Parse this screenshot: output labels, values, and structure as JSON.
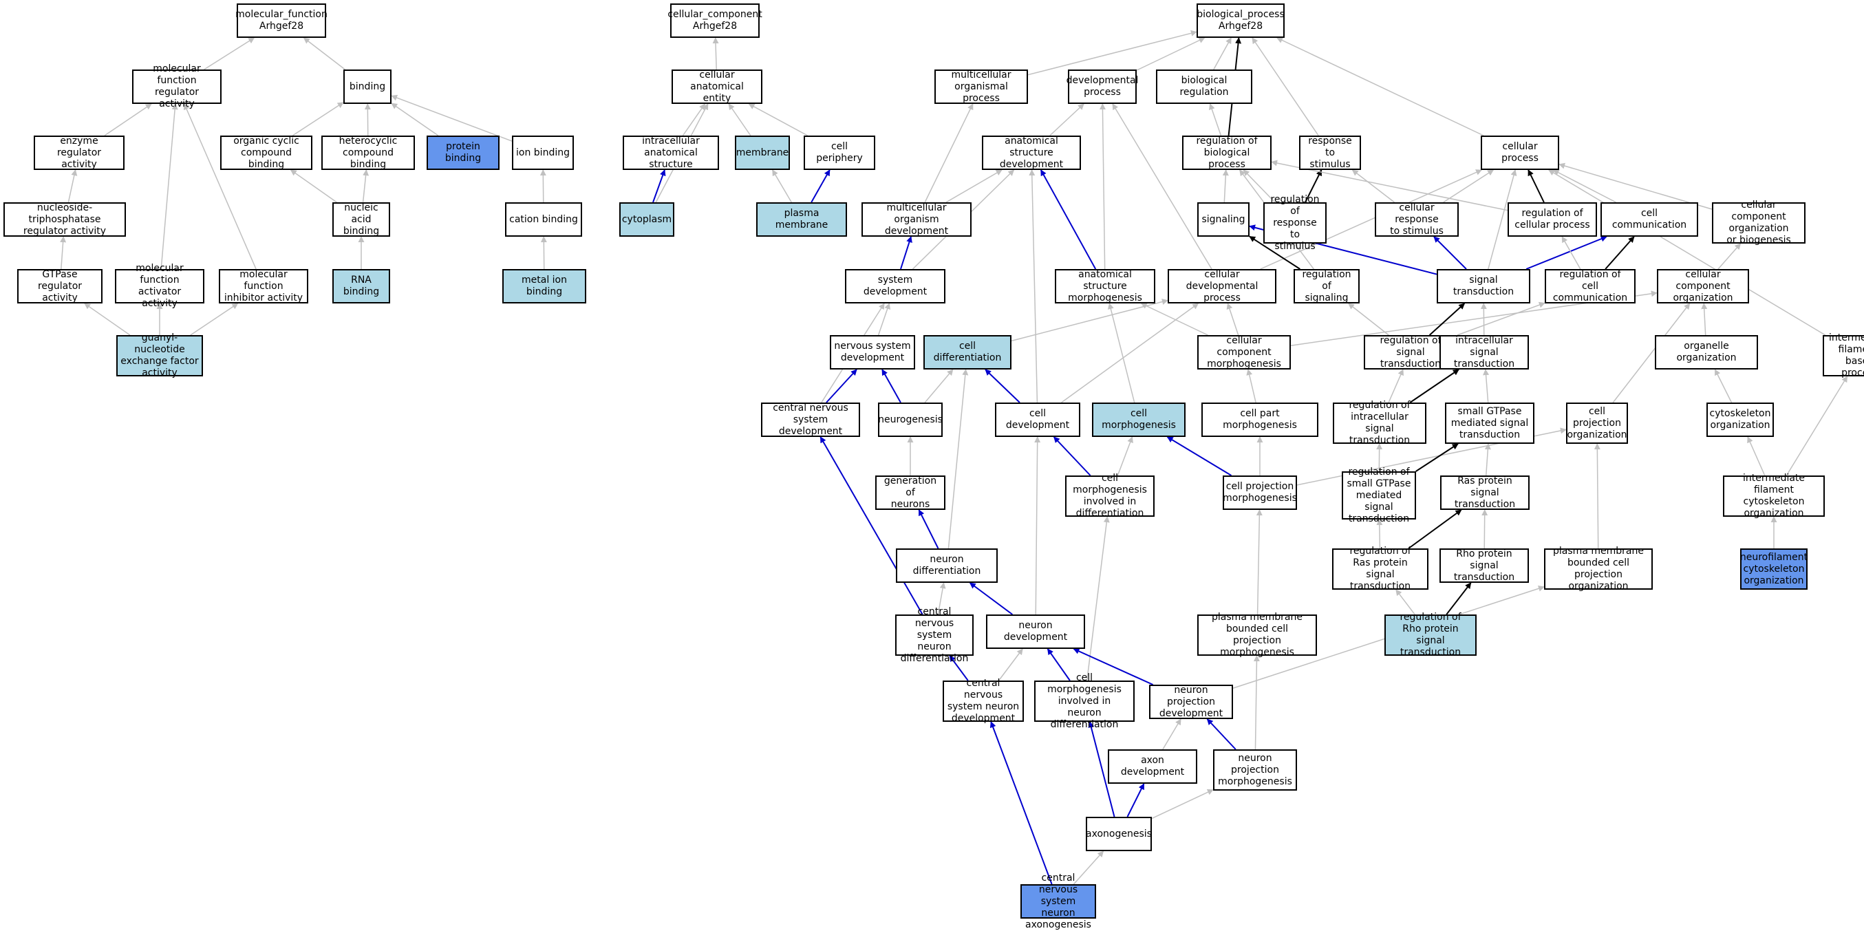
{
  "colors": {
    "plain": "#ffffff",
    "annotated": "#add8e6",
    "direct": "#6495ed",
    "edge_is_a": "#c0c0c0",
    "edge_part_of": "#0000cd",
    "edge_regulates": "#000000"
  },
  "nodes": [
    {
      "id": "mf",
      "label": "molecular_function\nArhgef28",
      "style": "plain"
    },
    {
      "id": "cc",
      "label": "cellular_component\nArhgef28",
      "style": "plain"
    },
    {
      "id": "bp",
      "label": "biological_process\nArhgef28",
      "style": "plain"
    },
    {
      "id": "mfra",
      "label": "molecular function\nregulator activity",
      "style": "plain"
    },
    {
      "id": "binding",
      "label": "binding",
      "style": "plain"
    },
    {
      "id": "cae",
      "label": "cellular anatomical\nentity",
      "style": "plain"
    },
    {
      "id": "mop",
      "label": "multicellular\norganismal process",
      "style": "plain"
    },
    {
      "id": "devp",
      "label": "developmental\nprocess",
      "style": "plain"
    },
    {
      "id": "bioreg",
      "label": "biological regulation",
      "style": "plain"
    },
    {
      "id": "era",
      "label": "enzyme regulator\nactivity",
      "style": "plain"
    },
    {
      "id": "occb",
      "label": "organic cyclic\ncompound binding",
      "style": "plain"
    },
    {
      "id": "hcb",
      "label": "heterocyclic\ncompound binding",
      "style": "plain"
    },
    {
      "id": "protb",
      "label": "protein binding",
      "style": "direct"
    },
    {
      "id": "ionb",
      "label": "ion binding",
      "style": "plain"
    },
    {
      "id": "ias",
      "label": "intracellular\nanatomical structure",
      "style": "plain"
    },
    {
      "id": "membrane",
      "label": "membrane",
      "style": "annotated"
    },
    {
      "id": "cperiph",
      "label": "cell periphery",
      "style": "plain"
    },
    {
      "id": "asd",
      "label": "anatomical structure\ndevelopment",
      "style": "plain"
    },
    {
      "id": "regbp",
      "label": "regulation of\nbiological process",
      "style": "plain"
    },
    {
      "id": "rts",
      "label": "response to\nstimulus",
      "style": "plain"
    },
    {
      "id": "cellp",
      "label": "cellular process",
      "style": "plain"
    },
    {
      "id": "ntpra",
      "label": "nucleoside-triphosphatase\nregulator activity",
      "style": "plain"
    },
    {
      "id": "nab",
      "label": "nucleic acid\nbinding",
      "style": "plain"
    },
    {
      "id": "catb",
      "label": "cation binding",
      "style": "plain"
    },
    {
      "id": "cytoplasm",
      "label": "cytoplasm",
      "style": "annotated"
    },
    {
      "id": "pm",
      "label": "plasma membrane",
      "style": "annotated"
    },
    {
      "id": "mod",
      "label": "multicellular\norganism development",
      "style": "plain"
    },
    {
      "id": "signaling",
      "label": "signaling",
      "style": "plain"
    },
    {
      "id": "rrs",
      "label": "regulation of\nresponse to\nstimulus",
      "style": "plain"
    },
    {
      "id": "crs",
      "label": "cellular response\nto stimulus",
      "style": "plain"
    },
    {
      "id": "rcp",
      "label": "regulation of\ncellular process",
      "style": "plain"
    },
    {
      "id": "ccomm",
      "label": "cell communication",
      "style": "plain"
    },
    {
      "id": "ccob",
      "label": "cellular component\norganization\nor biogenesis",
      "style": "plain"
    },
    {
      "id": "gtpra",
      "label": "GTPase regulator\nactivity",
      "style": "plain"
    },
    {
      "id": "mfaa",
      "label": "molecular function\nactivator activity",
      "style": "plain"
    },
    {
      "id": "mfia",
      "label": "molecular function\ninhibitor activity",
      "style": "plain"
    },
    {
      "id": "rnab",
      "label": "RNA binding",
      "style": "annotated"
    },
    {
      "id": "mib",
      "label": "metal ion binding",
      "style": "annotated"
    },
    {
      "id": "sysdev",
      "label": "system development",
      "style": "plain"
    },
    {
      "id": "asm",
      "label": "anatomical structure\nmorphogenesis",
      "style": "plain"
    },
    {
      "id": "cdp",
      "label": "cellular developmental\nprocess",
      "style": "plain"
    },
    {
      "id": "regsig",
      "label": "regulation of\nsignaling",
      "style": "plain"
    },
    {
      "id": "st",
      "label": "signal transduction",
      "style": "plain"
    },
    {
      "id": "rcc",
      "label": "regulation of\ncell communication",
      "style": "plain"
    },
    {
      "id": "cco",
      "label": "cellular component\norganization",
      "style": "plain"
    },
    {
      "id": "gnef",
      "label": "guanyl-nucleotide\nexchange factor\nactivity",
      "style": "annotated"
    },
    {
      "id": "nsd",
      "label": "nervous system\ndevelopment",
      "style": "plain"
    },
    {
      "id": "celldiff",
      "label": "cell differentiation",
      "style": "annotated"
    },
    {
      "id": "ccm",
      "label": "cellular component\nmorphogenesis",
      "style": "plain"
    },
    {
      "id": "rst",
      "label": "regulation of\nsignal transduction",
      "style": "plain"
    },
    {
      "id": "ist",
      "label": "intracellular\nsignal transduction",
      "style": "plain"
    },
    {
      "id": "oo",
      "label": "organelle organization",
      "style": "plain"
    },
    {
      "id": "ifbp",
      "label": "intermediate\nfilament-based\nprocess",
      "style": "plain"
    },
    {
      "id": "cnsd",
      "label": "central nervous\nsystem development",
      "style": "plain"
    },
    {
      "id": "neurogenesis",
      "label": "neurogenesis",
      "style": "plain"
    },
    {
      "id": "celldev",
      "label": "cell development",
      "style": "plain"
    },
    {
      "id": "cellmorph",
      "label": "cell morphogenesis",
      "style": "annotated"
    },
    {
      "id": "cpm",
      "label": "cell part morphogenesis",
      "style": "plain"
    },
    {
      "id": "rist",
      "label": "regulation of\nintracellular\nsignal transduction",
      "style": "plain"
    },
    {
      "id": "sgtpase",
      "label": "small GTPase\nmediated signal\ntransduction",
      "style": "plain"
    },
    {
      "id": "cpo",
      "label": "cell projection\norganization",
      "style": "plain"
    },
    {
      "id": "cyto",
      "label": "cytoskeleton\norganization",
      "style": "plain"
    },
    {
      "id": "gon",
      "label": "generation of\nneurons",
      "style": "plain"
    },
    {
      "id": "cmid",
      "label": "cell morphogenesis\ninvolved in\ndifferentiation",
      "style": "plain"
    },
    {
      "id": "cprojm",
      "label": "cell projection\nmorphogenesis",
      "style": "plain"
    },
    {
      "id": "rsgtpase",
      "label": "regulation of\nsmall GTPase\nmediated signal\ntransduction",
      "style": "plain"
    },
    {
      "id": "ras",
      "label": "Ras protein\nsignal transduction",
      "style": "plain"
    },
    {
      "id": "ifco",
      "label": "intermediate\nfilament cytoskeleton\norganization",
      "style": "plain"
    },
    {
      "id": "ndiff",
      "label": "neuron differentiation",
      "style": "plain"
    },
    {
      "id": "rras",
      "label": "regulation of\nRas protein\nsignal transduction",
      "style": "plain"
    },
    {
      "id": "rho",
      "label": "Rho protein\nsignal transduction",
      "style": "plain"
    },
    {
      "id": "pmbcpo",
      "label": "plasma membrane\nbounded cell\nprojection organization",
      "style": "plain"
    },
    {
      "id": "nfco",
      "label": "neurofilament\ncytoskeleton\norganization",
      "style": "direct"
    },
    {
      "id": "cnsnd",
      "label": "central nervous\nsystem neuron\ndifferentiation",
      "style": "plain"
    },
    {
      "id": "ndev",
      "label": "neuron development",
      "style": "plain"
    },
    {
      "id": "pmbcpm",
      "label": "plasma membrane\nbounded cell\nprojection morphogenesis",
      "style": "plain"
    },
    {
      "id": "rrho",
      "label": "regulation of\nRho protein\nsignal transduction",
      "style": "annotated"
    },
    {
      "id": "cnsndev",
      "label": "central nervous\nsystem neuron\ndevelopment",
      "style": "plain"
    },
    {
      "id": "cmind",
      "label": "cell morphogenesis\ninvolved in\nneuron differentiation",
      "style": "plain"
    },
    {
      "id": "npd",
      "label": "neuron projection\ndevelopment",
      "style": "plain"
    },
    {
      "id": "axdev",
      "label": "axon development",
      "style": "plain"
    },
    {
      "id": "npm",
      "label": "neuron projection\nmorphogenesis",
      "style": "plain"
    },
    {
      "id": "axonogenesis",
      "label": "axonogenesis",
      "style": "plain"
    },
    {
      "id": "cnsna",
      "label": "central nervous\nsystem neuron\naxonogenesis",
      "style": "direct"
    }
  ],
  "edges": [
    [
      "mfra",
      "mf",
      "is_a"
    ],
    [
      "binding",
      "mf",
      "is_a"
    ],
    [
      "cae",
      "cc",
      "is_a"
    ],
    [
      "mop",
      "bp",
      "is_a"
    ],
    [
      "devp",
      "bp",
      "is_a"
    ],
    [
      "bioreg",
      "bp",
      "is_a"
    ],
    [
      "regbp",
      "bp",
      "regulates"
    ],
    [
      "rts",
      "bp",
      "is_a"
    ],
    [
      "cellp",
      "bp",
      "is_a"
    ],
    [
      "era",
      "mfra",
      "is_a"
    ],
    [
      "mfaa",
      "mfra",
      "is_a"
    ],
    [
      "mfia",
      "mfra",
      "is_a"
    ],
    [
      "occb",
      "binding",
      "is_a"
    ],
    [
      "hcb",
      "binding",
      "is_a"
    ],
    [
      "protb",
      "binding",
      "is_a"
    ],
    [
      "ionb",
      "binding",
      "is_a"
    ],
    [
      "ias",
      "cae",
      "is_a"
    ],
    [
      "membrane",
      "cae",
      "is_a"
    ],
    [
      "cperiph",
      "cae",
      "is_a"
    ],
    [
      "cytoplasm",
      "cae",
      "is_a"
    ],
    [
      "cytoplasm",
      "ias",
      "part_of"
    ],
    [
      "pm",
      "membrane",
      "is_a"
    ],
    [
      "pm",
      "cperiph",
      "part_of"
    ],
    [
      "asd",
      "devp",
      "is_a"
    ],
    [
      "regbp",
      "bioreg",
      "is_a"
    ],
    [
      "ntpra",
      "era",
      "is_a"
    ],
    [
      "gtpra",
      "ntpra",
      "is_a"
    ],
    [
      "nab",
      "occb",
      "is_a"
    ],
    [
      "nab",
      "hcb",
      "is_a"
    ],
    [
      "catb",
      "ionb",
      "is_a"
    ],
    [
      "rnab",
      "nab",
      "is_a"
    ],
    [
      "mib",
      "catb",
      "is_a"
    ],
    [
      "gnef",
      "gtpra",
      "is_a"
    ],
    [
      "gnef",
      "mfaa",
      "is_a"
    ],
    [
      "gnef",
      "mfia",
      "is_a"
    ],
    [
      "mod",
      "mop",
      "is_a"
    ],
    [
      "mod",
      "asd",
      "is_a"
    ],
    [
      "sysdev",
      "mod",
      "part_of"
    ],
    [
      "sysdev",
      "asd",
      "is_a"
    ],
    [
      "asm",
      "asd",
      "part_of"
    ],
    [
      "asm",
      "devp",
      "is_a"
    ],
    [
      "cdp",
      "devp",
      "is_a"
    ],
    [
      "cdp",
      "cellp",
      "is_a"
    ],
    [
      "signaling",
      "regbp",
      "is_a"
    ],
    [
      "rrs",
      "regbp",
      "is_a"
    ],
    [
      "rrs",
      "rts",
      "regulates"
    ],
    [
      "crs",
      "rts",
      "is_a"
    ],
    [
      "crs",
      "cellp",
      "is_a"
    ],
    [
      "rcp",
      "regbp",
      "is_a"
    ],
    [
      "rcp",
      "cellp",
      "regulates"
    ],
    [
      "ccomm",
      "cellp",
      "is_a"
    ],
    [
      "ccob",
      "cellp",
      "is_a"
    ],
    [
      "regsig",
      "regbp",
      "is_a"
    ],
    [
      "regsig",
      "signaling",
      "regulates"
    ],
    [
      "st",
      "signaling",
      "part_of"
    ],
    [
      "st",
      "crs",
      "part_of"
    ],
    [
      "st",
      "cellp",
      "is_a"
    ],
    [
      "st",
      "ccomm",
      "part_of"
    ],
    [
      "rcc",
      "rcp",
      "is_a"
    ],
    [
      "rcc",
      "ccomm",
      "regulates"
    ],
    [
      "cco",
      "ccob",
      "is_a"
    ],
    [
      "nsd",
      "sysdev",
      "is_a"
    ],
    [
      "cnsd",
      "sysdev",
      "is_a"
    ],
    [
      "cnsd",
      "nsd",
      "part_of"
    ],
    [
      "celldiff",
      "cdp",
      "is_a"
    ],
    [
      "ccm",
      "cdp",
      "is_a"
    ],
    [
      "ccm",
      "asm",
      "is_a"
    ],
    [
      "ccm",
      "cco",
      "is_a"
    ],
    [
      "rst",
      "regsig",
      "is_a"
    ],
    [
      "rst",
      "rcc",
      "is_a"
    ],
    [
      "rst",
      "st",
      "regulates"
    ],
    [
      "ist",
      "st",
      "is_a"
    ],
    [
      "oo",
      "cco",
      "is_a"
    ],
    [
      "ifbp",
      "cellp",
      "is_a"
    ],
    [
      "neurogenesis",
      "nsd",
      "part_of"
    ],
    [
      "neurogenesis",
      "celldiff",
      "is_a"
    ],
    [
      "celldev",
      "celldiff",
      "part_of"
    ],
    [
      "celldev",
      "asd",
      "is_a"
    ],
    [
      "celldev",
      "cdp",
      "is_a"
    ],
    [
      "cellmorph",
      "asm",
      "is_a"
    ],
    [
      "cpm",
      "ccm",
      "is_a"
    ],
    [
      "rist",
      "rst",
      "is_a"
    ],
    [
      "rist",
      "ist",
      "regulates"
    ],
    [
      "sgtpase",
      "ist",
      "is_a"
    ],
    [
      "cpo",
      "cco",
      "is_a"
    ],
    [
      "cyto",
      "oo",
      "is_a"
    ],
    [
      "gon",
      "neurogenesis",
      "is_a"
    ],
    [
      "cmid",
      "celldev",
      "part_of"
    ],
    [
      "cmid",
      "cellmorph",
      "is_a"
    ],
    [
      "cprojm",
      "cellmorph",
      "part_of"
    ],
    [
      "cprojm",
      "cpm",
      "is_a"
    ],
    [
      "cprojm",
      "cpo",
      "is_a"
    ],
    [
      "rsgtpase",
      "rist",
      "is_a"
    ],
    [
      "rsgtpase",
      "sgtpase",
      "regulates"
    ],
    [
      "ras",
      "sgtpase",
      "is_a"
    ],
    [
      "ifco",
      "cyto",
      "is_a"
    ],
    [
      "ifco",
      "ifbp",
      "is_a"
    ],
    [
      "ndiff",
      "gon",
      "part_of"
    ],
    [
      "ndiff",
      "celldiff",
      "is_a"
    ],
    [
      "rras",
      "rsgtpase",
      "is_a"
    ],
    [
      "rras",
      "ras",
      "regulates"
    ],
    [
      "rho",
      "ras",
      "is_a"
    ],
    [
      "pmbcpo",
      "cpo",
      "is_a"
    ],
    [
      "nfco",
      "ifco",
      "is_a"
    ],
    [
      "cnsnd",
      "cnsd",
      "part_of"
    ],
    [
      "cnsnd",
      "ndiff",
      "is_a"
    ],
    [
      "ndev",
      "ndiff",
      "part_of"
    ],
    [
      "ndev",
      "celldev",
      "is_a"
    ],
    [
      "pmbcpm",
      "cprojm",
      "is_a"
    ],
    [
      "rrho",
      "rras",
      "is_a"
    ],
    [
      "rrho",
      "rho",
      "regulates"
    ],
    [
      "cnsndev",
      "cnsnd",
      "part_of"
    ],
    [
      "cnsndev",
      "ndev",
      "is_a"
    ],
    [
      "cmind",
      "ndev",
      "part_of"
    ],
    [
      "cmind",
      "cmid",
      "is_a"
    ],
    [
      "npd",
      "ndev",
      "part_of"
    ],
    [
      "npd",
      "pmbcpo",
      "is_a"
    ],
    [
      "axdev",
      "npd",
      "is_a"
    ],
    [
      "npm",
      "npd",
      "part_of"
    ],
    [
      "npm",
      "pmbcpm",
      "is_a"
    ],
    [
      "axonogenesis",
      "axdev",
      "part_of"
    ],
    [
      "axonogenesis",
      "cmind",
      "part_of"
    ],
    [
      "axonogenesis",
      "npm",
      "is_a"
    ],
    [
      "cnsna",
      "axonogenesis",
      "is_a"
    ],
    [
      "cnsna",
      "cnsndev",
      "part_of"
    ]
  ]
}
